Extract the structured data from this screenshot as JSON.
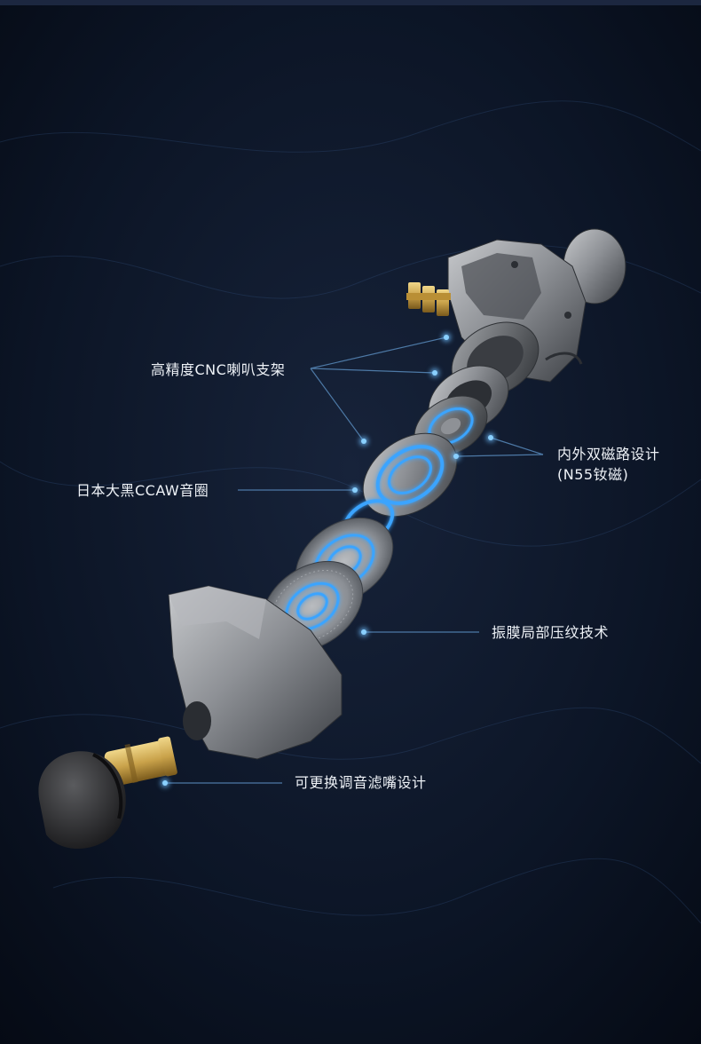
{
  "labels": {
    "cnc_frame": "高精度CNC喇叭支架",
    "dual_magnet_line1": "内外双磁路设计",
    "dual_magnet_line2": "(N55钕磁)",
    "voice_coil": "日本大黑CCAW音圈",
    "diaphragm": "振膜局部压纹技术",
    "nozzle": "可更换调音滤嘴设计"
  },
  "colors": {
    "background": "#0b1220",
    "leader_line": "#4d79a6",
    "glow": "#3aa4ff",
    "metal": "#8e9196",
    "brass": "#c9a24a",
    "eartip": "#2a2a2c"
  }
}
